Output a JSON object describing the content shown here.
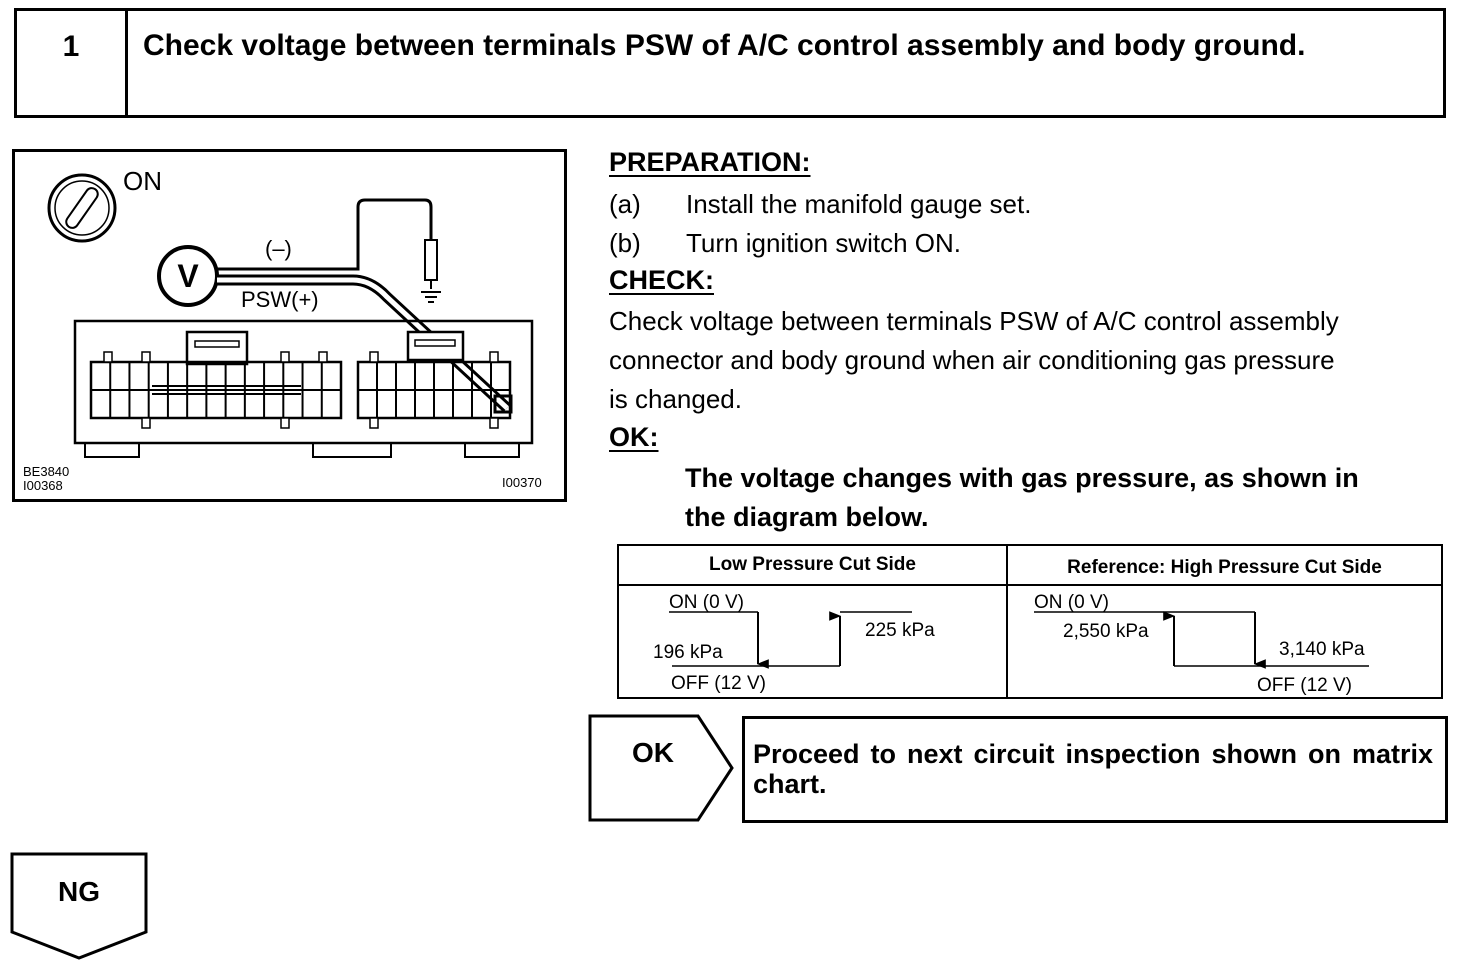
{
  "step": {
    "number": "1",
    "title": "Check voltage between terminals PSW of A/C control assembly and body ground."
  },
  "figure": {
    "ignition_label": "ON",
    "meter_label": "V",
    "neg_label": "(–)",
    "pos_label": "PSW(+)",
    "code_1": "BE3840",
    "code_2": "I00368",
    "code_3": "I00370"
  },
  "preparation": {
    "heading": "PREPARATION:",
    "items": [
      {
        "marker": "(a)",
        "text": "Install the manifold gauge set."
      },
      {
        "marker": "(b)",
        "text": "Turn ignition switch ON."
      }
    ]
  },
  "check": {
    "heading": "CHECK:",
    "lines": [
      "Check voltage between terminals PSW of A/C control assembly",
      "connector and body ground when air conditioning gas pressure",
      "is changed."
    ]
  },
  "ok": {
    "heading": "OK:",
    "lines": [
      "The voltage changes with gas pressure, as shown in",
      "the diagram below."
    ]
  },
  "pressure_table": {
    "low": {
      "header": "Low Pressure Cut Side",
      "on_label": "ON (0 V)",
      "off_label": "OFF (12 V)",
      "down_label": "196 kPa",
      "up_label": "225 kPa"
    },
    "high": {
      "header": "Reference: High Pressure Cut Side",
      "on_label": "ON (0 V)",
      "off_label": "OFF (12 V)",
      "up_label": "2,550 kPa",
      "down_label": "3,140 kPa"
    }
  },
  "flow": {
    "ok_label": "OK",
    "ok_result": "Proceed to next circuit inspection shown on matrix chart.",
    "ng_label": "NG"
  }
}
